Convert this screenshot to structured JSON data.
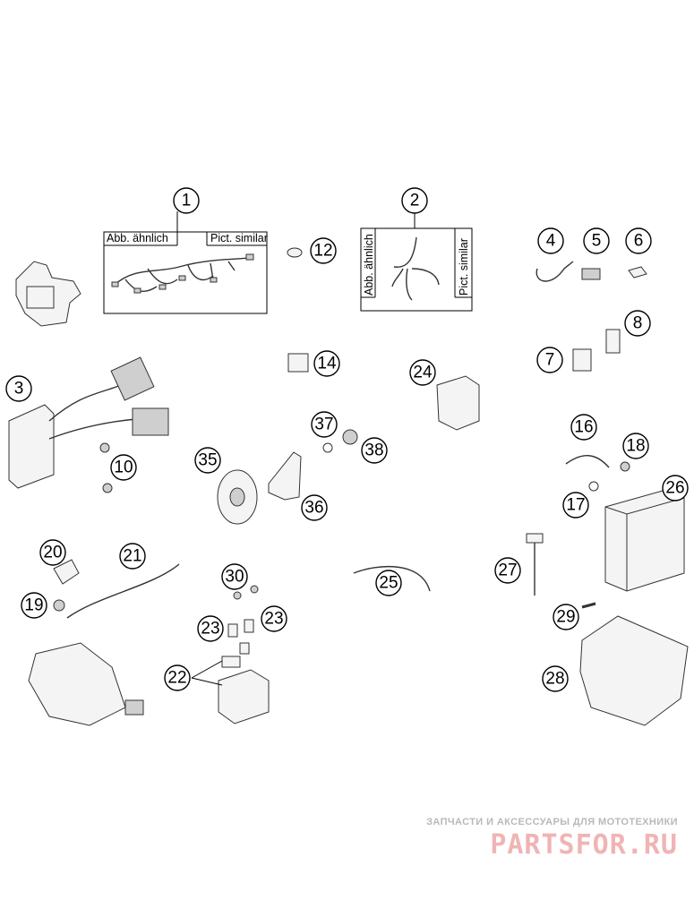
{
  "labels": {
    "pict_similar_de": "Abb. ähnlich",
    "pict_similar_en": "Pict. similar"
  },
  "callouts": [
    "1",
    "2",
    "3",
    "4",
    "5",
    "6",
    "7",
    "8",
    "10",
    "12",
    "14",
    "16",
    "17",
    "18",
    "19",
    "20",
    "21",
    "22",
    "23",
    "24",
    "25",
    "26",
    "27",
    "28",
    "29",
    "30",
    "35",
    "36",
    "37",
    "38"
  ],
  "watermark": {
    "tagline": "ЗАПЧАСТИ И АКСЕССУАРЫ ДЛЯ МОТОТЕХНИКИ",
    "brand": "PARTSFOR.RU"
  }
}
